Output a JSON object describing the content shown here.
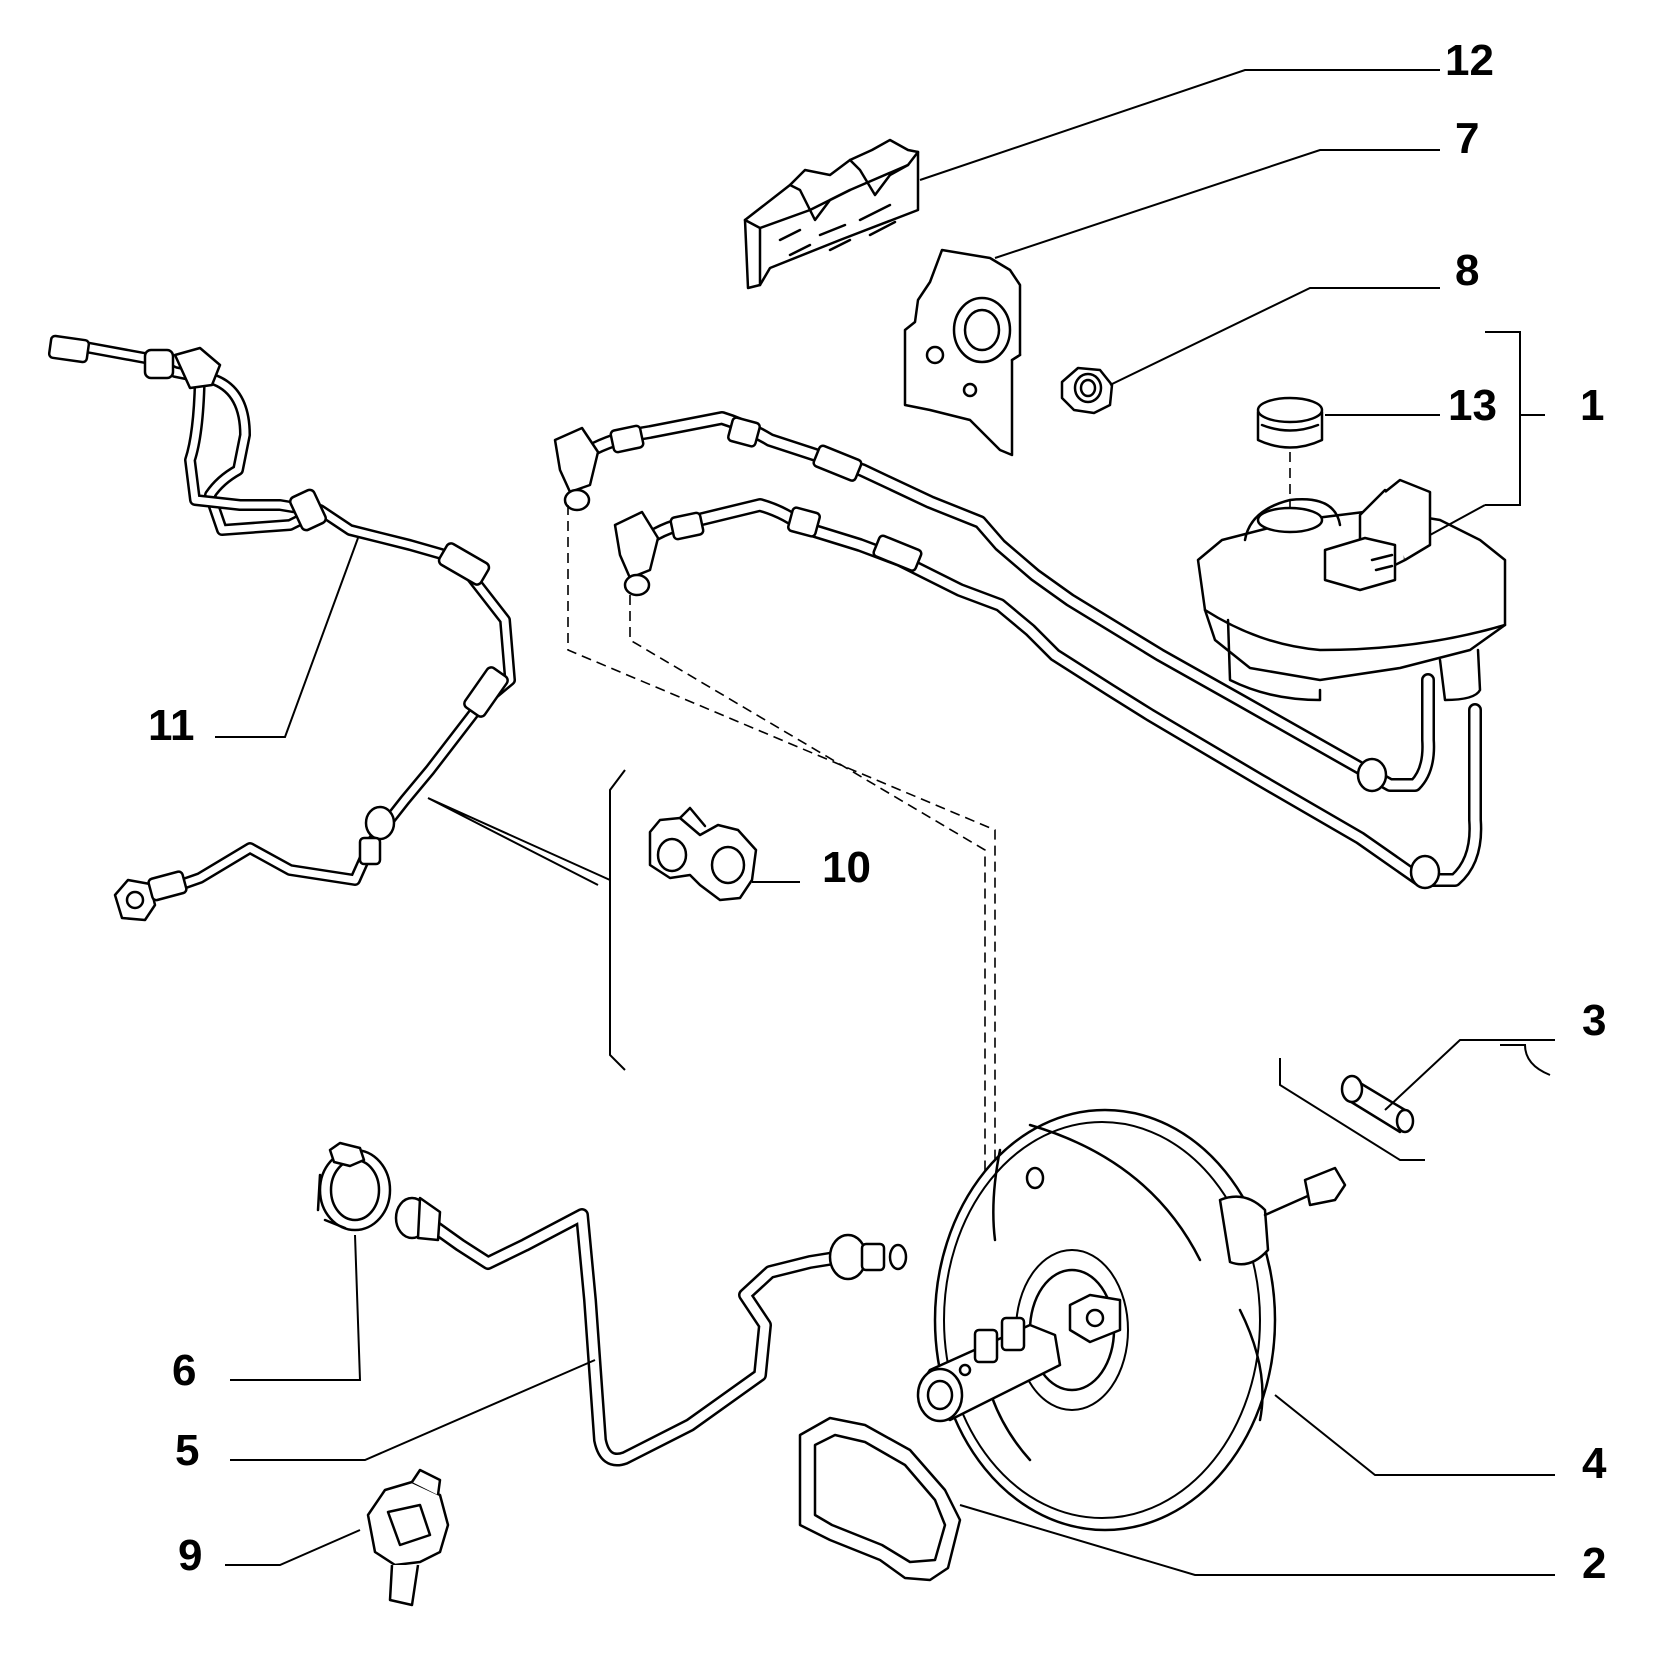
{
  "diagram": {
    "background": "#ffffff",
    "line_color": "#000000",
    "callouts": [
      {
        "id": "c1",
        "label": "1"
      },
      {
        "id": "c2",
        "label": "2"
      },
      {
        "id": "c3",
        "label": "3"
      },
      {
        "id": "c4",
        "label": "4"
      },
      {
        "id": "c5",
        "label": "5"
      },
      {
        "id": "c6",
        "label": "6"
      },
      {
        "id": "c7",
        "label": "7"
      },
      {
        "id": "c8",
        "label": "8"
      },
      {
        "id": "c9",
        "label": "9"
      },
      {
        "id": "c10",
        "label": "10"
      },
      {
        "id": "c11",
        "label": "11"
      },
      {
        "id": "c12",
        "label": "12"
      },
      {
        "id": "c13",
        "label": "13"
      }
    ]
  }
}
